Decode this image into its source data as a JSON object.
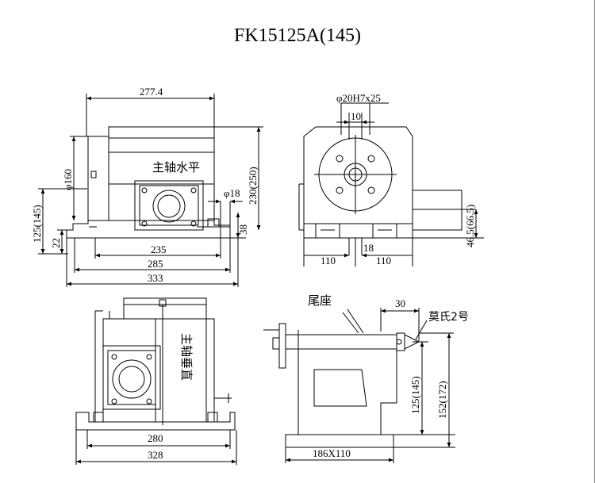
{
  "title": "FK15125A(145)",
  "views": {
    "front": {
      "overall_width": "277.4",
      "spindle_label": "主轴水平",
      "d_spindle": "φ160",
      "center_height": "125(145)",
      "base_height": "22",
      "d_bore": "φ18",
      "bore_height": "38",
      "total_height": "230(250)",
      "dim_235": "235",
      "dim_285": "285",
      "dim_333": "333"
    },
    "side": {
      "d_shaft": "φ20H7x25",
      "key_width": "10",
      "slot_18": "18",
      "left_110": "110",
      "right_110": "110",
      "shaft_height": "46.5(66.5)"
    },
    "vertical": {
      "spindle_label": "主轴垂直",
      "dim_280": "280",
      "dim_328": "328"
    },
    "tailstock": {
      "label": "尾座",
      "dim_30": "30",
      "taper_label": "莫氏2号",
      "center_height": "125(145)",
      "total_height": "152(172)",
      "base_size": "186X110"
    }
  }
}
